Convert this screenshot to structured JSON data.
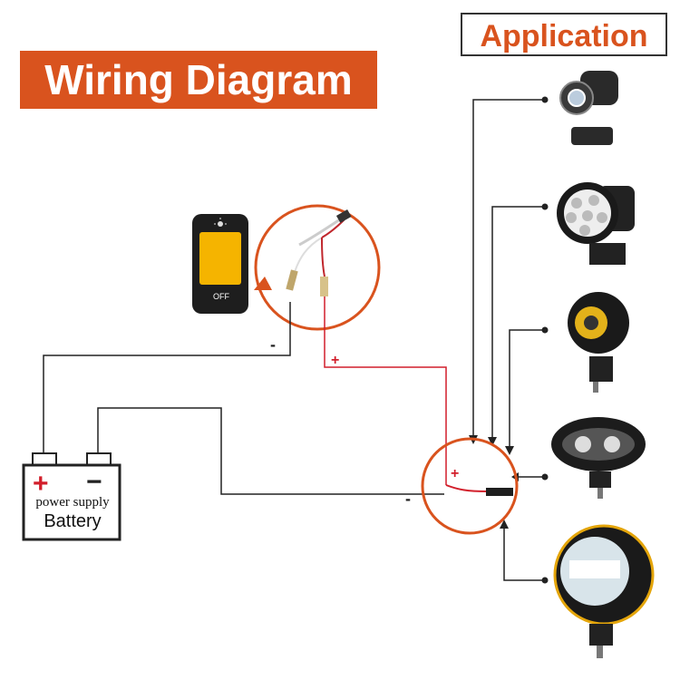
{
  "title": "Wiring Diagram",
  "application_title": "Application",
  "switch": {
    "off_label": "OFF"
  },
  "battery": {
    "plus": "+",
    "minus": "−",
    "label1": "power supply",
    "label2": "Battery"
  },
  "wire_labels": {
    "switch_negative": "-",
    "switch_positive": "+",
    "junction_positive": "+",
    "junction_negative": "-"
  },
  "colors": {
    "accent": "#d9531e",
    "positive_wire": "#d21f2b",
    "negative_wire": "#222222"
  },
  "lights": [
    {
      "icon": "angel-eye-projector-light-icon"
    },
    {
      "icon": "six-led-spotlight-icon"
    },
    {
      "icon": "yellow-led-pod-light-icon"
    },
    {
      "icon": "oval-led-work-light-icon"
    },
    {
      "icon": "round-led-flood-light-icon"
    }
  ]
}
